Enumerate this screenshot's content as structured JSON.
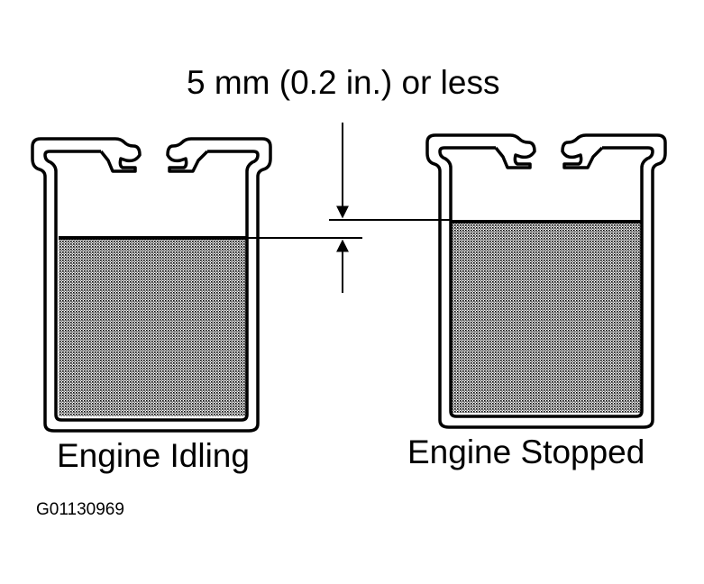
{
  "dimension": {
    "label": "5 mm (0.2 in.) or less"
  },
  "reservoirs": [
    {
      "label": "Engine Idling"
    },
    {
      "label": "Engine Stopped"
    }
  ],
  "figure_id": "G01130969",
  "colors": {
    "line": "#000000",
    "background": "#ffffff",
    "fluid_dots": "#000000"
  }
}
